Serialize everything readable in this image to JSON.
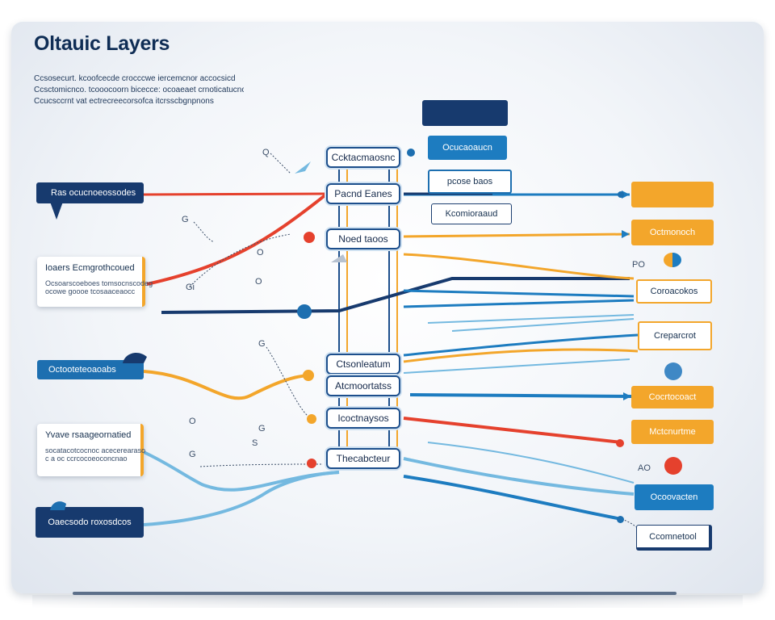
{
  "title": "Oltauic Layers",
  "description": [
    "Ccsosecurt. kcoofcecde crocccwe iercemcnor accocsicd",
    "Ccsctomicnco. tcooocoorn bicecce: ocoaeaet crnoticatucnc",
    "Ccucsccrnt vat ectrecreecorsofca itcrsscbgnpnons"
  ],
  "center_nodes": [
    "Ccktacmaosnc",
    "Pacnd Eanes",
    "Noed taoos",
    "Ctsonleatum",
    "Atcmoortatss",
    "Icoctnaysos",
    "Thecabcteur"
  ],
  "right_top": {
    "navy_box": "",
    "blue_box": "Ocucaoaucn",
    "outline_box": "pcose baos",
    "plain_box": "Kcomioraaud"
  },
  "left_boxes": {
    "top_label": "Ras ocucnoeossodes",
    "card1_heading": "Ioaers Ecmgrothcoued",
    "card1_line1": "Ocsoarscoeboes tomsocnscodeg",
    "card1_line2": "ocowe goooe tcosaaceaocc",
    "mid_label": "Octooteteoaoabs",
    "card2_heading": "Yvave rsaageornatied",
    "card2_line1": "socatacotcocnoc acecerearaso",
    "card2_line2": "c a oc ccrcocoeoconcnao",
    "bottom_label": "Oaecsodo roxosdcos"
  },
  "right_boxes": {
    "r1": "",
    "r2": "Octmonoch",
    "r3": "Coroacokos",
    "r4": "Creparcrot",
    "r5": "Cocrtocoact",
    "r6": "Mctcnurtme",
    "r7": "Ocoovacten",
    "r8": "Ccomnetool"
  },
  "tags": {
    "po": "PO",
    "q1": "Q",
    "q2": "G",
    "q3": "O",
    "q4": "Gi",
    "q5": "O",
    "q6": "G",
    "q7": "G",
    "q8": "O",
    "q9": "G",
    "q10": "AO",
    "q11": "S"
  },
  "colors": {
    "navy": "#173a6e",
    "blue": "#1d7cc0",
    "orange": "#f3a62b",
    "red": "#e5412d",
    "light_blue": "#74b9e0"
  }
}
